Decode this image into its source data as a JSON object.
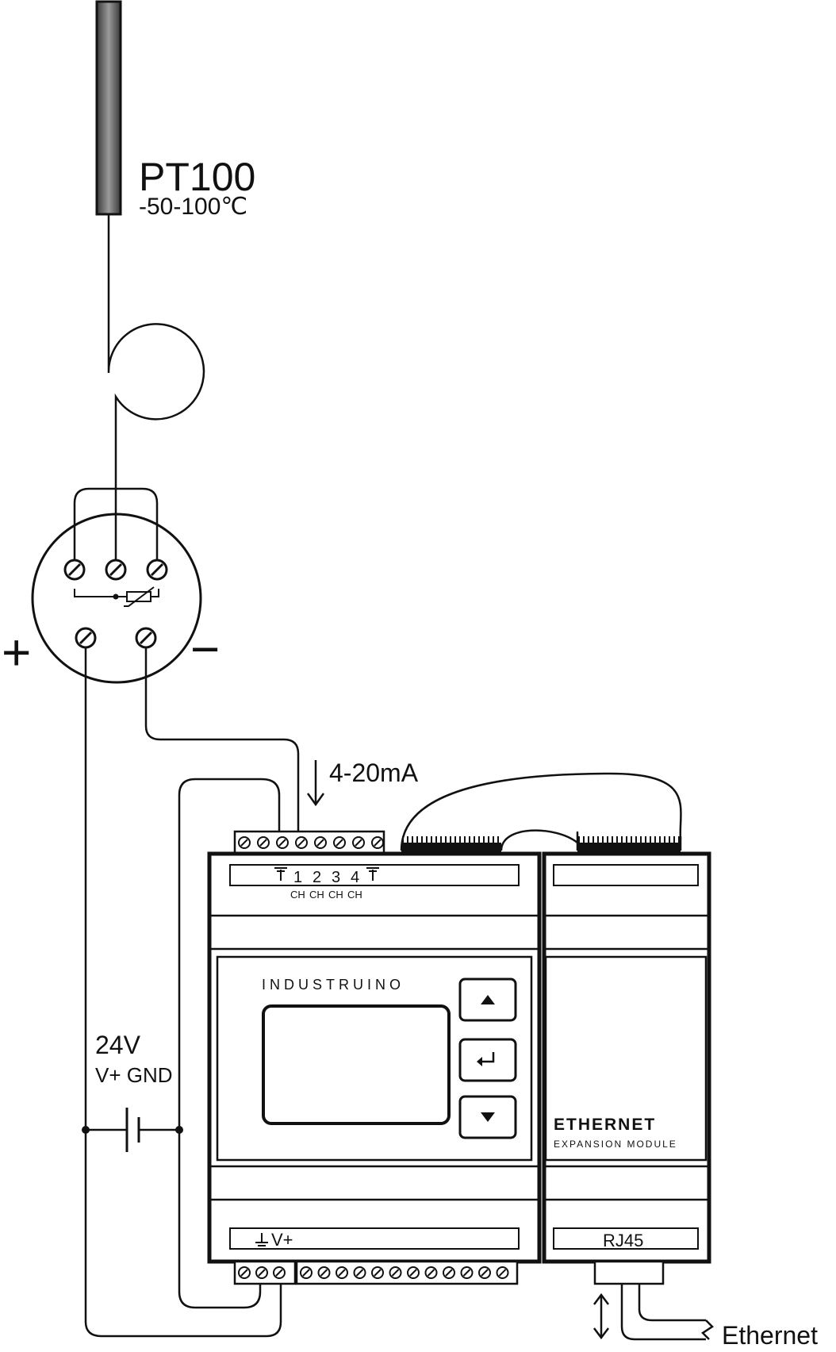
{
  "sensor": {
    "name": "PT100",
    "range": "-50-100℃"
  },
  "transmitter": {
    "plus_symbol": "+",
    "minus_symbol": "−"
  },
  "signal": {
    "label": "4-20mA"
  },
  "power": {
    "voltage": "24V",
    "terminals": "V+ GND"
  },
  "main_module": {
    "brand": "INDUSTRUINO",
    "channel_numbers": [
      "1",
      "2",
      "3",
      "4"
    ],
    "channel_label": "CH",
    "power_label": "V+",
    "buttons": [
      "up",
      "enter",
      "down"
    ]
  },
  "ethernet_module": {
    "title": "ETHERNET",
    "subtitle": "EXPANSION   MODULE",
    "port_label": "RJ45"
  },
  "network": {
    "label": "Ethernet"
  }
}
